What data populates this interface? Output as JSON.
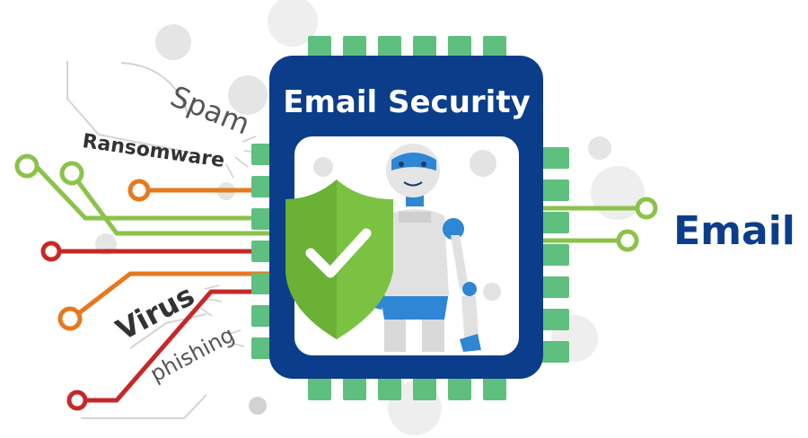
{
  "chip": {
    "title": "Email Security"
  },
  "threats": [
    {
      "label": "Spam"
    },
    {
      "label": "Ransomware"
    },
    {
      "label": "Virus"
    },
    {
      "label": "phishing"
    }
  ],
  "output": {
    "label": "Email"
  },
  "colors": {
    "chip_border": "#0b3d8a",
    "chip_pins": "#5fbf7f",
    "shield": "#7cc242",
    "green_line": "#8bc34a",
    "orange_line": "#e6791e",
    "red_line": "#c62828",
    "email_text": "#0b3d8a",
    "threat_text": "#3a3a3a",
    "robot_accent": "#2f86d4"
  }
}
